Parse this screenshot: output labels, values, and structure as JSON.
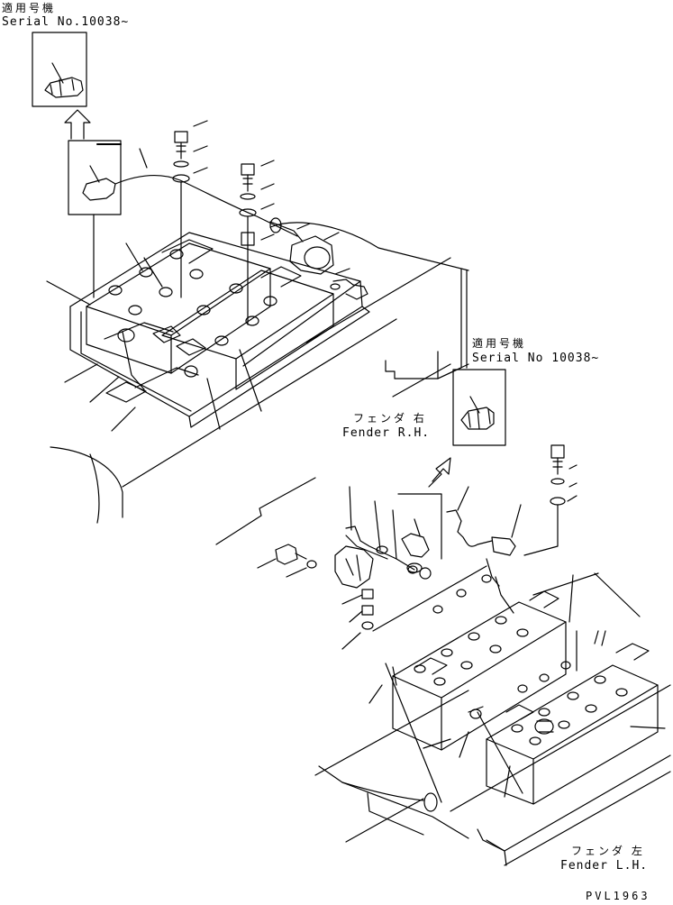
{
  "labels": {
    "serial_top_jp": "適用号機",
    "serial_top": "Serial No.10038~",
    "serial_right_jp": "適用号機",
    "serial_right": "Serial No 10038~",
    "fender_rh_jp": "フェンダ 右",
    "fender_rh": "Fender R.H.",
    "fender_lh_jp": "フェンダ 左",
    "fender_lh": "Fender L.H.",
    "drawing_code": "PVL1963"
  },
  "colors": {
    "line": "#000000",
    "background": "#ffffff"
  }
}
